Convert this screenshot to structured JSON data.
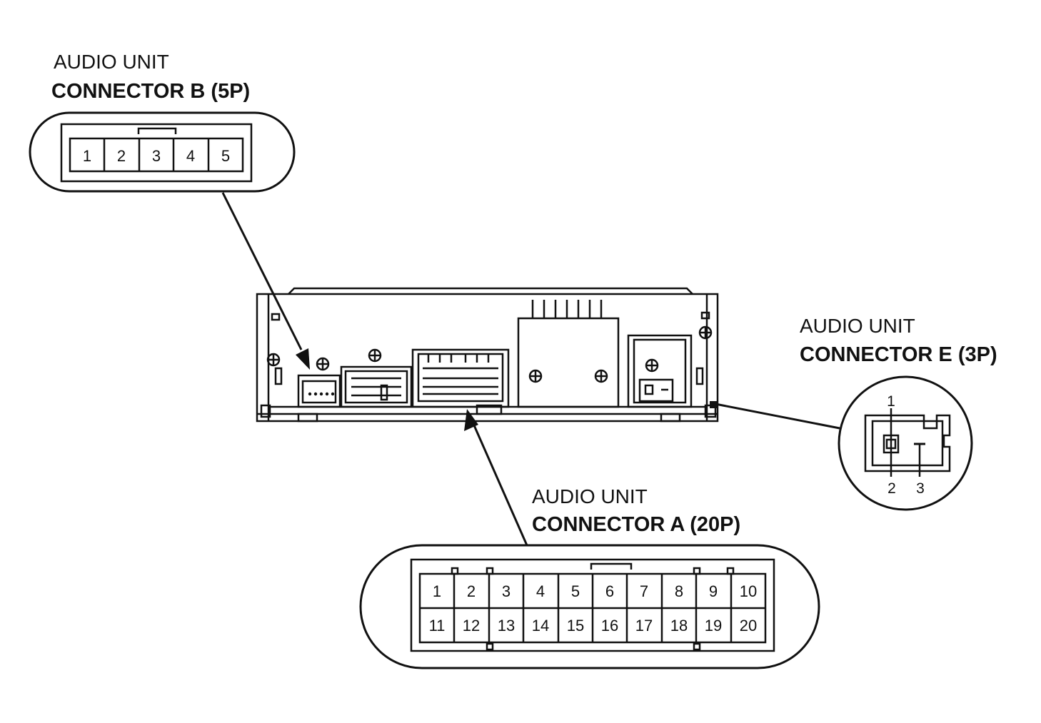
{
  "connector_b": {
    "title_line1": "AUDIO UNIT",
    "title_line2": "CONNECTOR B (5P)",
    "pins": [
      "1",
      "2",
      "3",
      "4",
      "5"
    ]
  },
  "connector_a": {
    "title_line1": "AUDIO UNIT",
    "title_line2": "CONNECTOR A (20P)",
    "pins_row1": [
      "1",
      "2",
      "3",
      "4",
      "5",
      "6",
      "7",
      "8",
      "9",
      "10"
    ],
    "pins_row2": [
      "11",
      "12",
      "13",
      "14",
      "15",
      "16",
      "17",
      "18",
      "19",
      "20"
    ]
  },
  "connector_e": {
    "title_line1": "AUDIO UNIT",
    "title_line2": "CONNECTOR E (3P)",
    "pins": [
      "1",
      "2",
      "3"
    ]
  },
  "colors": {
    "line": "#111111",
    "background": "#ffffff"
  }
}
